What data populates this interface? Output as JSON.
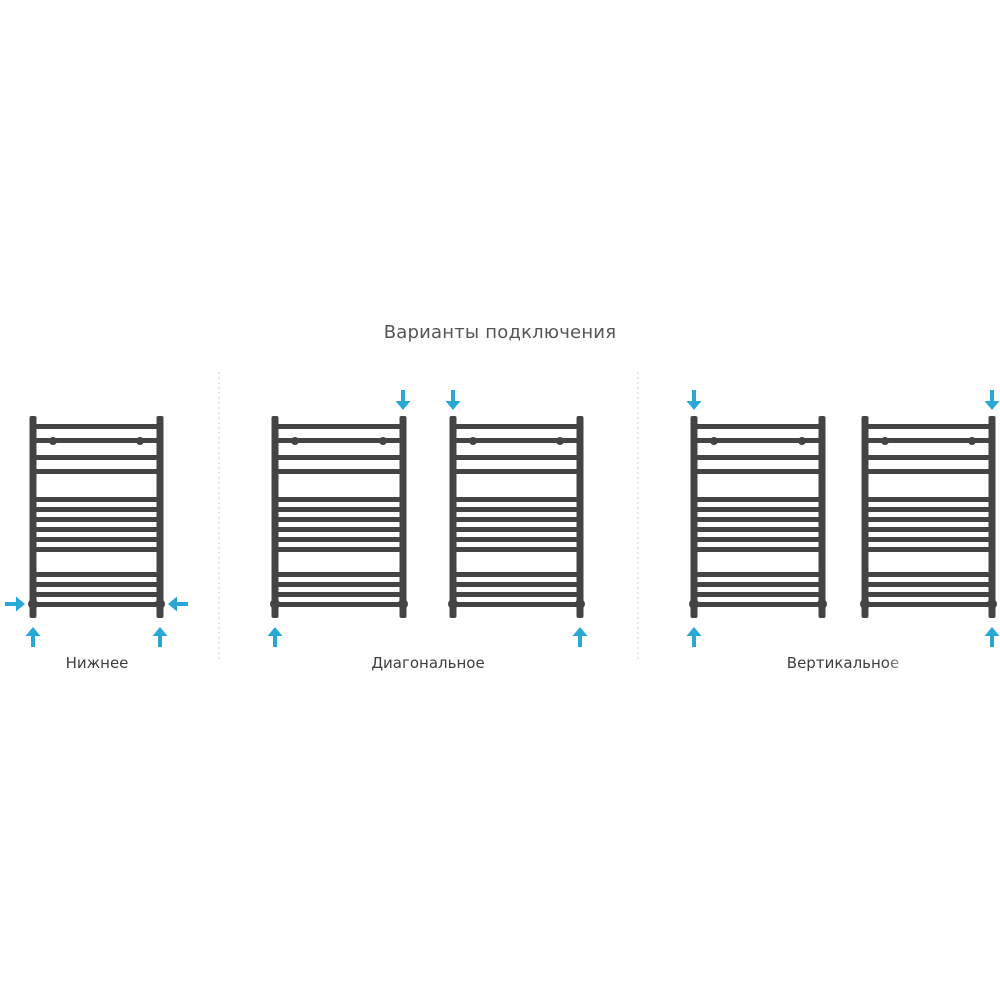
{
  "title": "Варианты подключения",
  "captions": {
    "bottom": "Нижнее",
    "diagonal": "Диагональное",
    "vertical": "Вертикальное"
  },
  "colors": {
    "rail": "#444444",
    "arrow": "#29a8d6",
    "divider": "#cfcfcf",
    "title": "#555555",
    "caption": "#3d3d3d"
  },
  "icons": {
    "arrow": "arrow-icon",
    "radiator": "towel-rail-icon"
  }
}
